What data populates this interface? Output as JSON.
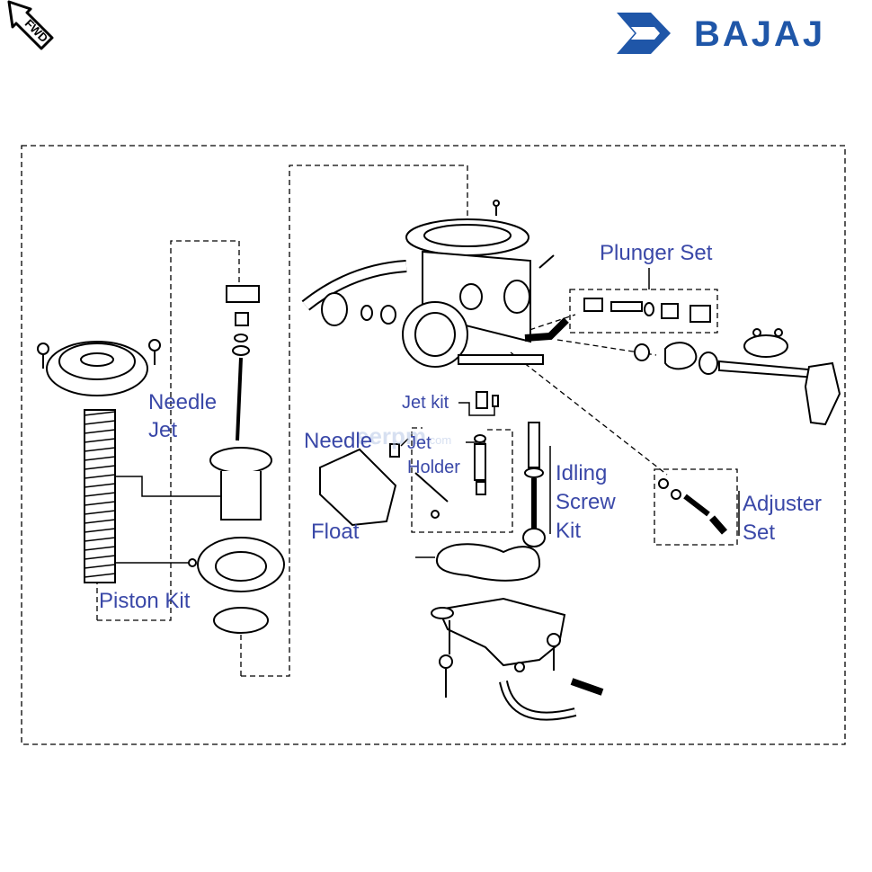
{
  "brand": {
    "name": "BAJAJ",
    "color": "#1f56a8"
  },
  "fwd_badge": {
    "text": "FWD",
    "icon": "fwd-arrow-icon"
  },
  "watermark": {
    "text": "eerpm",
    "suffix": ".com",
    "color": "#b8c8e6"
  },
  "label_color": "#3a48a8",
  "labels": {
    "plunger_set": "Plunger Set",
    "needle_jet": [
      "Needle",
      "Jet"
    ],
    "jet_kit": "Jet kit",
    "needle": "Needle",
    "jet_holder": [
      "Jet",
      "Holder"
    ],
    "idling_screw_kit": [
      "Idling",
      "Screw",
      "Kit"
    ],
    "adjuster_set": [
      "Adjuster",
      "Set"
    ],
    "float": "Float",
    "piston_kit": "Piston Kit"
  }
}
